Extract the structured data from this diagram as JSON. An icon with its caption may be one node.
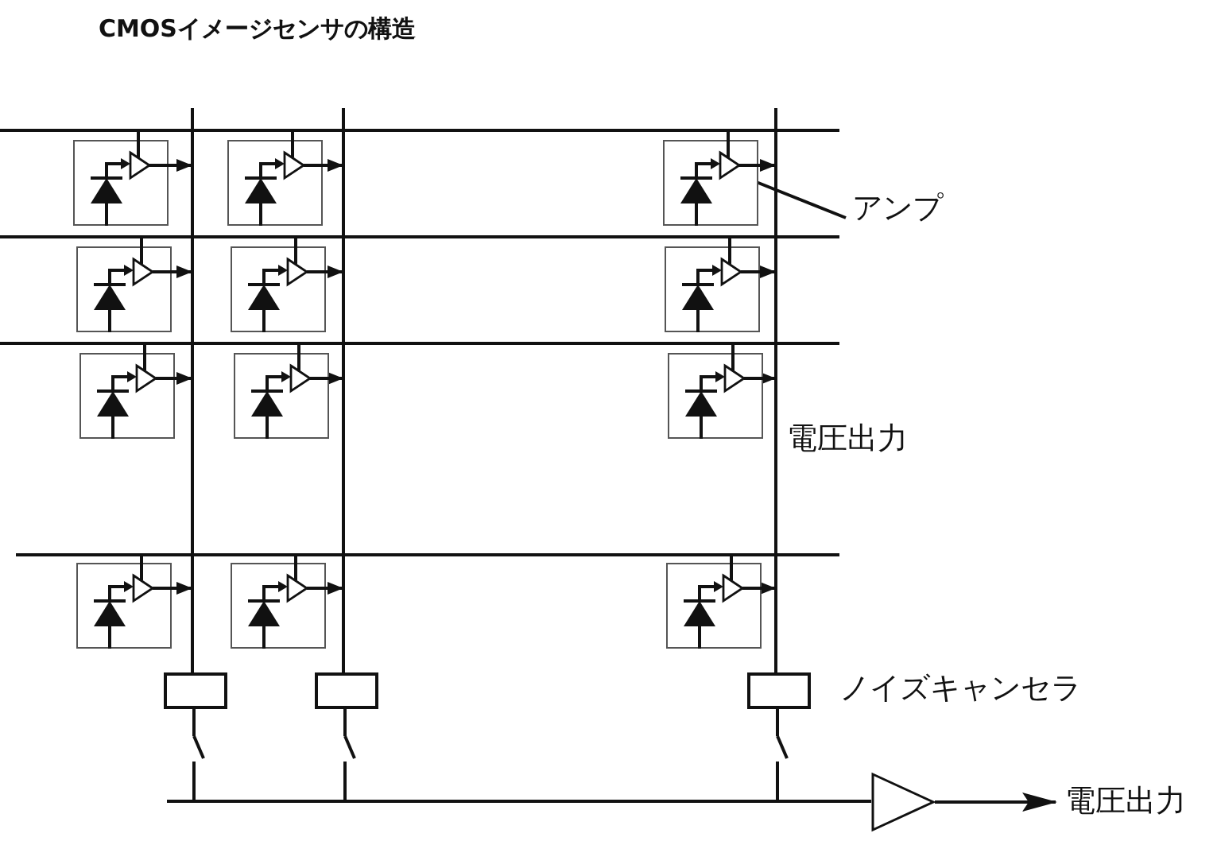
{
  "diagram": {
    "title": "CMOSイメージセンサの構造",
    "nodes": [
      {
        "text": [],
        "shape": "box"
      },
      {
        "text": [],
        "shape": "box"
      },
      {
        "text": [],
        "shape": "box"
      },
      {
        "text": [],
        "shape": "box"
      },
      {
        "text": [],
        "shape": "box"
      },
      {
        "text": [],
        "shape": "box"
      },
      {
        "text": [],
        "shape": "box"
      },
      {
        "text": [],
        "shape": "box"
      },
      {
        "text": [],
        "shape": "box"
      },
      {
        "text": [],
        "shape": "box"
      },
      {
        "text": [],
        "shape": "box"
      },
      {
        "text": [],
        "shape": "box"
      },
      {
        "text": [],
        "shape": "box"
      },
      {
        "text": [],
        "shape": "box"
      },
      {
        "text": [],
        "shape": "box",
        "beside": [
          "ノイズキャンセラ"
        ]
      },
      {
        "text": [],
        "shape": "triangle"
      },
      {
        "text": [
          "電圧出力"
        ]
      },
      {
        "text": [
          "アンプ"
        ]
      },
      {
        "text": [],
        "shape": "switch"
      },
      {
        "text": [],
        "shape": "switch"
      },
      {
        "text": [],
        "shape": "switch"
      },
      {
        "text": [],
        "shape": "bar"
      },
      {
        "text": [],
        "shape": "bar"
      },
      {
        "text": [],
        "shape": "bar"
      },
      {
        "text": [],
        "shape": "bar"
      },
      {
        "text": [],
        "shape": "bar"
      },
      {
        "text": [],
        "shape": "bar"
      },
      {
        "text": [],
        "shape": "bar"
      }
    ],
    "edges": [
      {
        "from": 12,
        "to": 18,
        "arrow": "none"
      },
      {
        "from": 13,
        "to": 19,
        "arrow": "none"
      },
      {
        "from": 14,
        "to": 20,
        "arrow": "none"
      },
      {
        "from": 18,
        "to": 15,
        "arrow": "none"
      },
      {
        "from": 19,
        "to": 15,
        "arrow": "none"
      },
      {
        "from": 20,
        "to": 15,
        "arrow": "none"
      },
      {
        "from": 15,
        "to": 16,
        "arrow": "to"
      },
      {
        "from": 17,
        "to": 2,
        "arrow": "to"
      },
      {
        "from": 0,
        "to": 21,
        "arrow": "none"
      },
      {
        "from": 1,
        "to": 21,
        "arrow": "none"
      },
      {
        "from": 2,
        "to": 21,
        "arrow": "none"
      },
      {
        "from": 3,
        "to": 22,
        "arrow": "none"
      },
      {
        "from": 4,
        "to": 22,
        "arrow": "none"
      },
      {
        "from": 5,
        "to": 22,
        "arrow": "none"
      },
      {
        "from": 6,
        "to": 23,
        "arrow": "none"
      },
      {
        "from": 7,
        "to": 23,
        "arrow": "none"
      },
      {
        "from": 8,
        "to": 23,
        "arrow": "none"
      },
      {
        "from": 9,
        "to": 24,
        "arrow": "none"
      },
      {
        "from": 10,
        "to": 24,
        "arrow": "none"
      },
      {
        "from": 11,
        "to": 24,
        "arrow": "none"
      },
      {
        "from": 0,
        "to": 25,
        "arrow": "to"
      },
      {
        "from": 1,
        "to": 26,
        "arrow": "to"
      },
      {
        "from": 2,
        "to": 27,
        "arrow": "to"
      },
      {
        "from": 3,
        "to": 25,
        "arrow": "to"
      },
      {
        "from": 4,
        "to": 26,
        "arrow": "to"
      },
      {
        "from": 5,
        "to": 27,
        "arrow": "to"
      },
      {
        "from": 6,
        "to": 25,
        "arrow": "to"
      },
      {
        "from": 7,
        "to": 26,
        "arrow": "to"
      },
      {
        "from": 8,
        "to": 27,
        "arrow": "to"
      },
      {
        "from": 9,
        "to": 25,
        "arrow": "to"
      },
      {
        "from": 10,
        "to": 26,
        "arrow": "to"
      },
      {
        "from": 11,
        "to": 27,
        "arrow": "to"
      },
      {
        "from": 25,
        "to": 12,
        "arrow": "none"
      },
      {
        "from": 26,
        "to": 13,
        "arrow": "none"
      },
      {
        "from": 27,
        "to": 14,
        "arrow": "none"
      }
    ],
    "labels": [
      "電圧出力"
    ]
  }
}
